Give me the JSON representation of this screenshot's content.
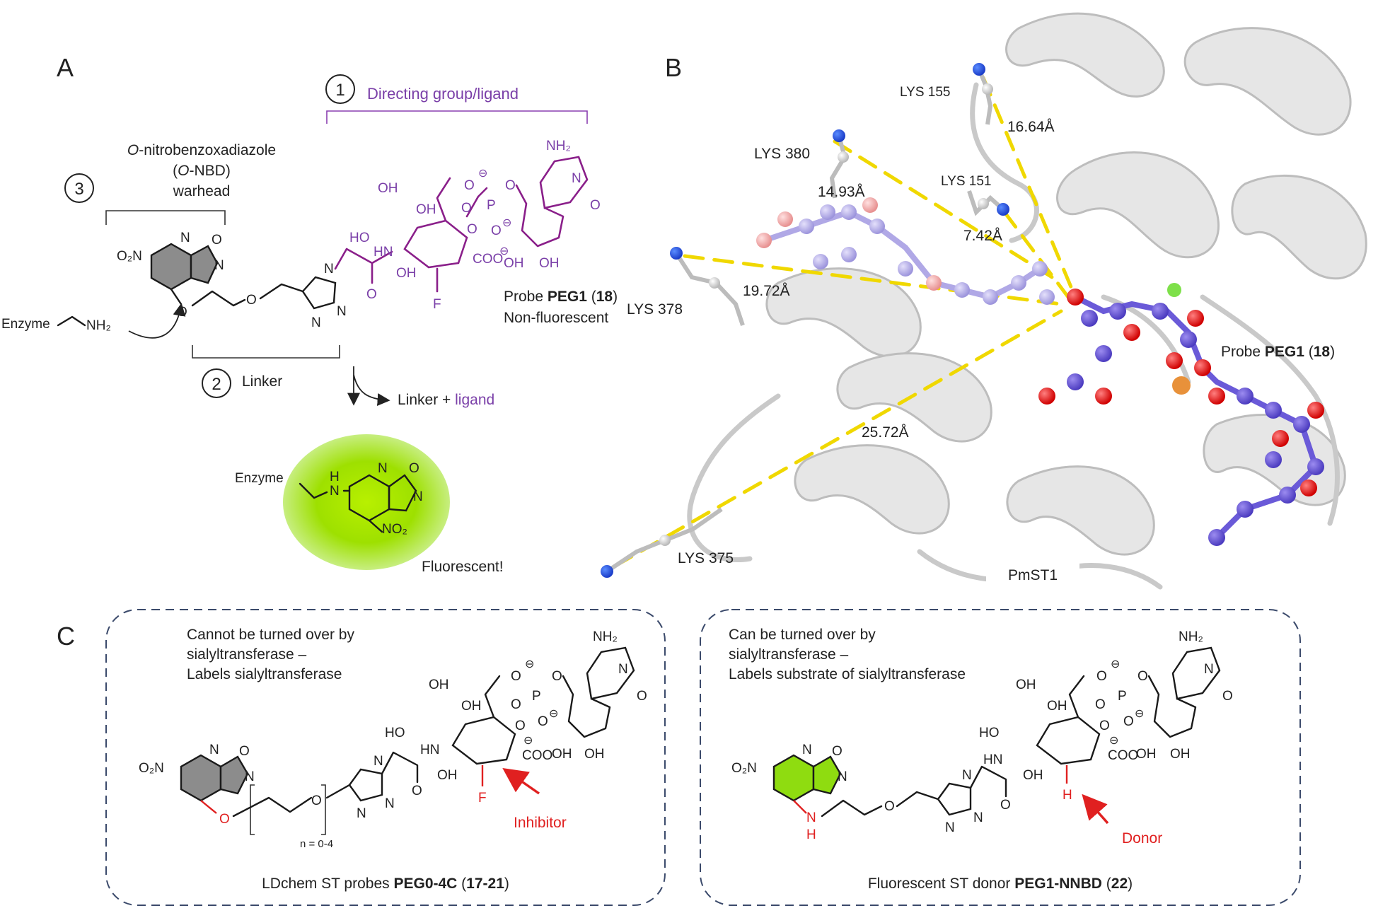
{
  "panels": {
    "a": {
      "letter": "A",
      "step1_num": "1",
      "step1_label": "Directing group/ligand",
      "step2_num": "2",
      "step2_label": "Linker",
      "step3_num": "3",
      "warhead_line1_italic": "O",
      "warhead_line1_rest": "-nitrobenzoxadiazole",
      "warhead_line2_open": "(",
      "warhead_line2_italic": "O",
      "warhead_line2_rest": "-NBD)",
      "warhead_line3": "warhead",
      "probe_prefix": "Probe ",
      "probe_bold": "PEG1",
      "probe_open": " (",
      "probe_num": "18",
      "probe_close": ")",
      "probe_state": "Non-fluorescent",
      "enzyme_label": "Enzyme",
      "enzyme_amine": "NH₂",
      "products_prefix": "Linker + ",
      "products_ligand": "ligand",
      "product_enzyme": "Enzyme",
      "product_h": "H",
      "product_n": "N",
      "product_no2": "NO₂",
      "fluorescent_label": "Fluorescent!"
    },
    "b": {
      "letter": "B",
      "lysines": [
        "LYS 155",
        "LYS 380",
        "LYS 151",
        "LYS 378",
        "LYS 375"
      ],
      "distances": [
        "16.64Å",
        "14.93Å",
        "7.42Å",
        "19.72Å",
        "25.72Å"
      ],
      "probe_prefix": "Probe ",
      "probe_bold": "PEG1",
      "probe_open": " (",
      "probe_num": "18",
      "probe_close": ")",
      "protein_label": "PmST1"
    },
    "c": {
      "letter": "C",
      "left": {
        "desc_line1": "Cannot be turned over by",
        "desc_line2": "sialyltransferase –",
        "desc_line3": "Labels sialyltransferase",
        "n_range": "n = 0-4",
        "atom_f": "F",
        "arrow_label": "Inhibitor",
        "caption_prefix": "LDchem ST probes ",
        "caption_bold": "PEG0-4C",
        "caption_open": " (",
        "caption_num": "17-21",
        "caption_close": ")"
      },
      "right": {
        "desc_line1": "Can be turned over by",
        "desc_line2": "sialyltransferase –",
        "desc_line3": "Labels substrate of sialyltransferase",
        "atom_h": "H",
        "atom_nh": "N",
        "atom_nh_h": "H",
        "arrow_label": "Donor",
        "caption_prefix": "Fluorescent ST donor ",
        "caption_bold": "PEG1-NNBD",
        "caption_open": " (",
        "caption_num": "22",
        "caption_close": ")"
      }
    }
  },
  "atoms": {
    "no2": "O₂N",
    "nh2": "NH₂",
    "n": "N",
    "o": "O",
    "p": "P",
    "oh": "OH",
    "ho": "HO",
    "hn": "HN",
    "coo": "COO",
    "minus": "⊖",
    "f": "F"
  },
  "colors": {
    "ligand_purple": "#7a3fa8",
    "accent_red": "#e02020",
    "fluor_green": "#8fdc10",
    "nbd_grey": "#8c8c8c",
    "distance_yellow": "#f0d800",
    "box_navy": "#3b4a6b"
  }
}
